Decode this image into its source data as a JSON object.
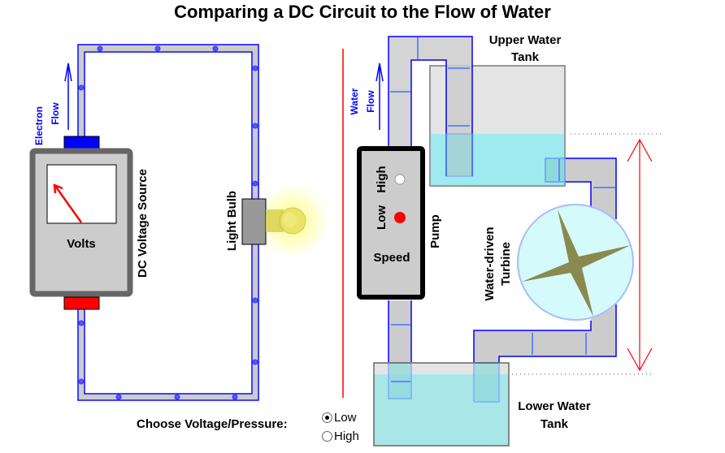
{
  "title": "Comparing a DC Circuit to the Flow of Water",
  "circuit": {
    "electron_flow_label_line1": "Electron",
    "electron_flow_label_line2": "Flow",
    "meter_label": "Volts",
    "source_label": "DC Voltage Source",
    "bulb_label": "Light Bulb"
  },
  "water": {
    "flow_label_line1": "Water",
    "flow_label_line2": "Flow",
    "pump_speed_high": "High",
    "pump_speed_low": "Low",
    "pump_speed_label": "Speed",
    "pump_label": "Pump",
    "upper_tank_line1": "Upper Water",
    "upper_tank_line2": "Tank",
    "lower_tank_line1": "Lower Water",
    "lower_tank_line2": "Tank",
    "turbine_line1": "Water-driven",
    "turbine_line2": "Turbine",
    "pump_speed_selected": "Low"
  },
  "controls": {
    "label": "Choose Voltage/Pressure:",
    "options": [
      {
        "label": "Low",
        "selected": true
      },
      {
        "label": "High",
        "selected": false
      }
    ]
  },
  "colors": {
    "wire_blue": "#0000ff",
    "pipe_gray": "#cccccc",
    "water_cyan": "#9eeaee",
    "indicator_red": "#ff0000",
    "bulb_yellow": "#ffff99"
  }
}
